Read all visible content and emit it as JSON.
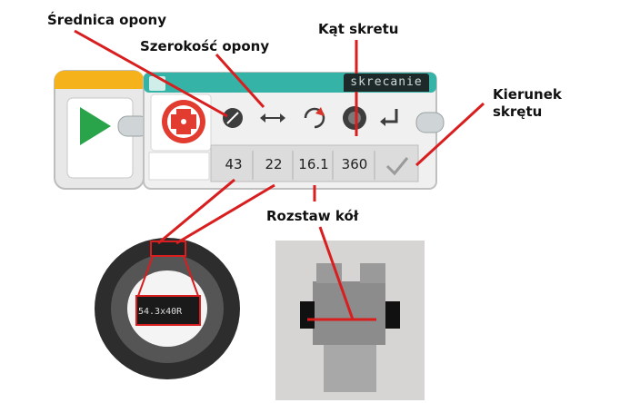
{
  "annotations": {
    "srednica": "Średnica opony",
    "szerokosc": "Szerokość opony",
    "kat": "Kąt skretu",
    "kierunek": "Kierunek\nskrętu",
    "rozstaw": "Rozstaw kół"
  },
  "block": {
    "title": "skrecanie",
    "values": [
      "43",
      "22",
      "16.1",
      "360"
    ]
  },
  "tire_marking": "54.3x40R",
  "icons": [
    "play-icon",
    "wheel-move-icon",
    "diameter-icon",
    "width-icon",
    "rotate-icon",
    "degree-gauge-icon",
    "turn-arrow-icon",
    "checkmark-icon"
  ]
}
